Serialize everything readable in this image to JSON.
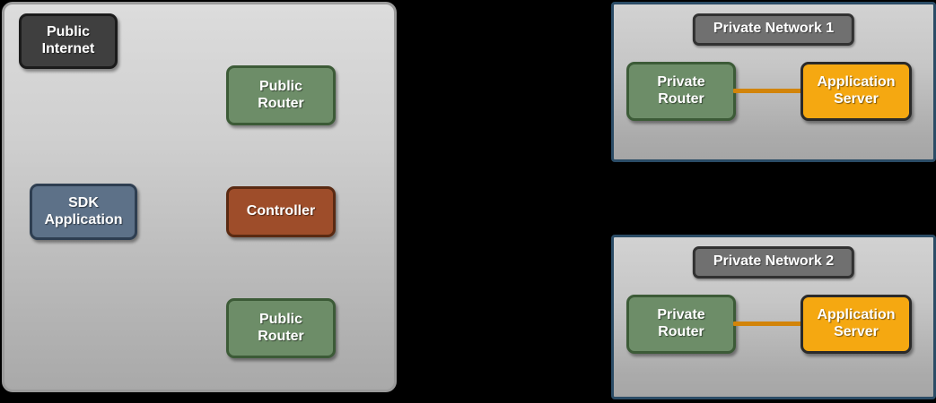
{
  "background_color": "#000000",
  "public_cloud": {
    "name": "public-cloud-container",
    "nodes": [
      {
        "id": "public-internet",
        "label": "Public\nInternet",
        "style": "dark"
      },
      {
        "id": "public-router-top",
        "label": "Public\nRouter",
        "style": "green"
      },
      {
        "id": "sdk-application",
        "label": "SDK\nApplication",
        "style": "slate"
      },
      {
        "id": "controller",
        "label": "Controller",
        "style": "brick"
      },
      {
        "id": "public-router-bottom",
        "label": "Public\nRouter",
        "style": "green"
      }
    ]
  },
  "private_networks": [
    {
      "id": "private-network-1",
      "title": "Private Network 1",
      "nodes": [
        {
          "id": "private-router-1",
          "label": "Private\nRouter",
          "style": "green"
        },
        {
          "id": "application-server-1",
          "label": "Application\nServer",
          "style": "orange"
        }
      ],
      "link": {
        "from": "private-router-1",
        "to": "application-server-1",
        "color": "#d2840a"
      }
    },
    {
      "id": "private-network-2",
      "title": "Private Network 2",
      "nodes": [
        {
          "id": "private-router-2",
          "label": "Private\nRouter",
          "style": "green"
        },
        {
          "id": "application-server-2",
          "label": "Application\nServer",
          "style": "orange"
        }
      ],
      "link": {
        "from": "private-router-2",
        "to": "application-server-2",
        "color": "#d2840a"
      }
    }
  ],
  "colors": {
    "dark_node": "#3f3f3f",
    "green_node": "#6d8d68",
    "slate_node": "#5d7188",
    "brick_node": "#9e4d2a",
    "orange_node": "#f5a811",
    "network_border": "#2b4c66",
    "cloud_border": "#9b9b9b",
    "link": "#d2840a",
    "title_chip": "#707070"
  }
}
